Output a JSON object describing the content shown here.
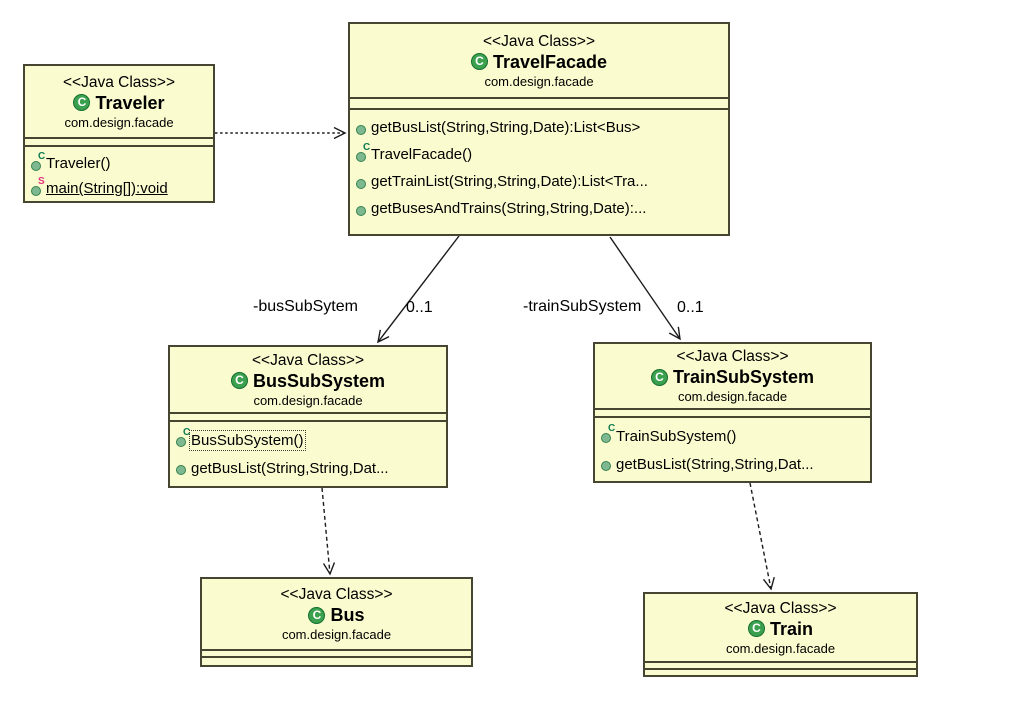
{
  "colors": {
    "box_fill": "#fbfbd0",
    "box_border": "#454531",
    "edge_color": "#1c1c1c",
    "class_icon_green": "#3ca14f",
    "class_icon_ring": "#156f31",
    "method_icon_green": "#7db890",
    "method_icon_ring": "#35834f",
    "constructor_letter": "#0e7a52",
    "static_letter": "#e5357f"
  },
  "boxes": {
    "traveler": {
      "stereotype": "<<Java Class>>",
      "icon_letter": "C",
      "name": "Traveler",
      "package": "com.design.facade",
      "members": [
        {
          "label": "Traveler()",
          "modifier": "C",
          "kind": "constructor"
        },
        {
          "label": "main(String[]):void",
          "modifier": "S",
          "kind": "static-method"
        }
      ]
    },
    "travel_facade": {
      "stereotype": "<<Java Class>>",
      "icon_letter": "C",
      "name": "TravelFacade",
      "package": "com.design.facade",
      "members": [
        {
          "label": "getBusList(String,String,Date):List<Bus>",
          "kind": "method"
        },
        {
          "label": "TravelFacade()",
          "modifier": "C",
          "kind": "constructor"
        },
        {
          "label": "getTrainList(String,String,Date):List<Tra...",
          "kind": "method"
        },
        {
          "label": "getBusesAndTrains(String,String,Date):...",
          "kind": "method"
        }
      ]
    },
    "bus_subsystem": {
      "stereotype": "<<Java Class>>",
      "icon_letter": "C",
      "name": "BusSubSystem",
      "package": "com.design.facade",
      "members": [
        {
          "label": "BusSubSystem()",
          "modifier": "C",
          "kind": "constructor",
          "selected": true
        },
        {
          "label": "getBusList(String,String,Dat...",
          "kind": "method"
        }
      ]
    },
    "train_subsystem": {
      "stereotype": "<<Java Class>>",
      "icon_letter": "C",
      "name": "TrainSubSystem",
      "package": "com.design.facade",
      "members": [
        {
          "label": "TrainSubSystem()",
          "modifier": "C",
          "kind": "constructor"
        },
        {
          "label": "getBusList(String,String,Dat...",
          "kind": "method"
        }
      ]
    },
    "bus": {
      "stereotype": "<<Java Class>>",
      "icon_letter": "C",
      "name": "Bus",
      "package": "com.design.facade",
      "members": []
    },
    "train": {
      "stereotype": "<<Java Class>>",
      "icon_letter": "C",
      "name": "Train",
      "package": "com.design.facade",
      "members": []
    }
  },
  "edges": {
    "bus_assoc": {
      "label": "-busSubSytem",
      "multiplicity": "0..1"
    },
    "train_assoc": {
      "label": "-trainSubSystem",
      "multiplicity": "0..1"
    }
  }
}
